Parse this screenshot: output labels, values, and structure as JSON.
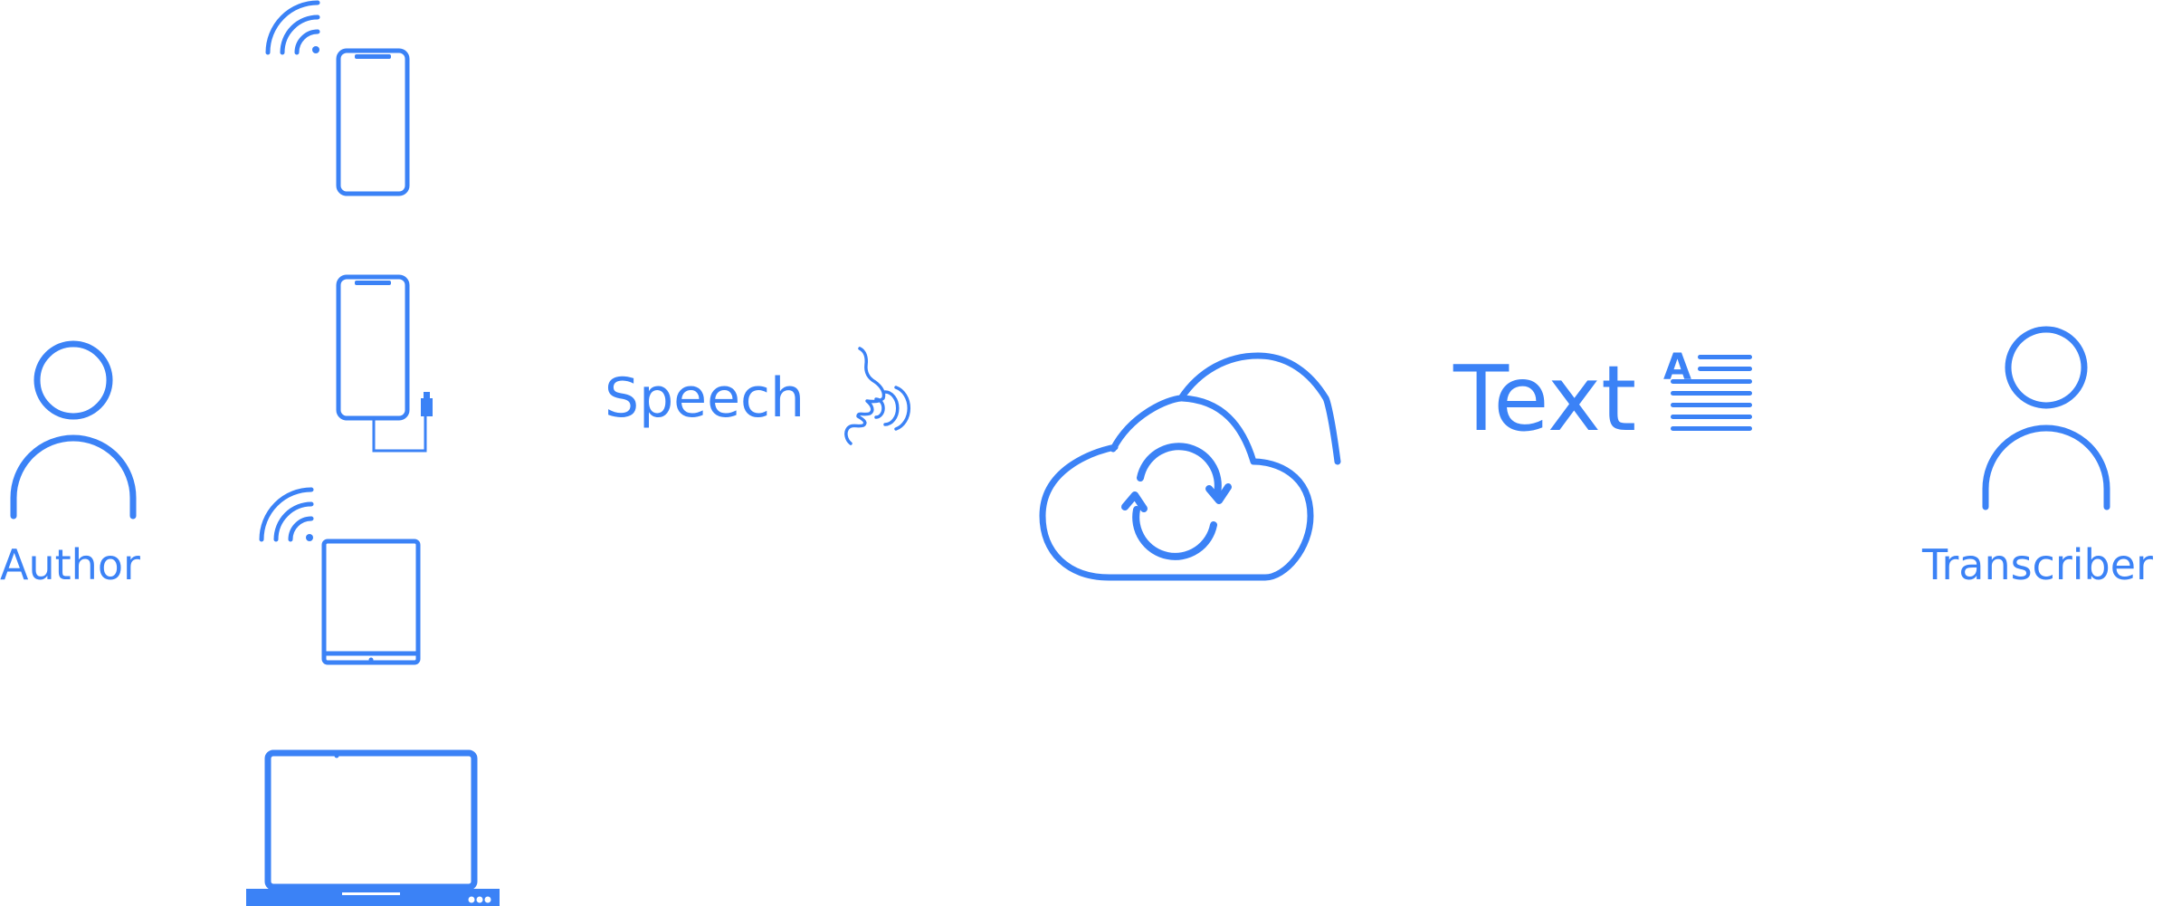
{
  "colors": {
    "accent": "#3b82f6",
    "background": "#ffffff"
  },
  "author": {
    "label": "Author",
    "icon": "person-icon"
  },
  "devices": [
    {
      "name": "wireless-phone",
      "icon": "smartphone-wifi-icon"
    },
    {
      "name": "wired-phone",
      "icon": "smartphone-usb-icon"
    },
    {
      "name": "wireless-tablet",
      "icon": "tablet-wifi-icon"
    },
    {
      "name": "laptop",
      "icon": "laptop-icon"
    }
  ],
  "speech": {
    "label": "Speech",
    "icon": "speaking-face-icon"
  },
  "cloud": {
    "icon": "cloud-sync-icon"
  },
  "text": {
    "label": "Text",
    "icon": "document-text-icon"
  },
  "transcriber": {
    "label": "Transcriber",
    "icon": "person-icon"
  }
}
